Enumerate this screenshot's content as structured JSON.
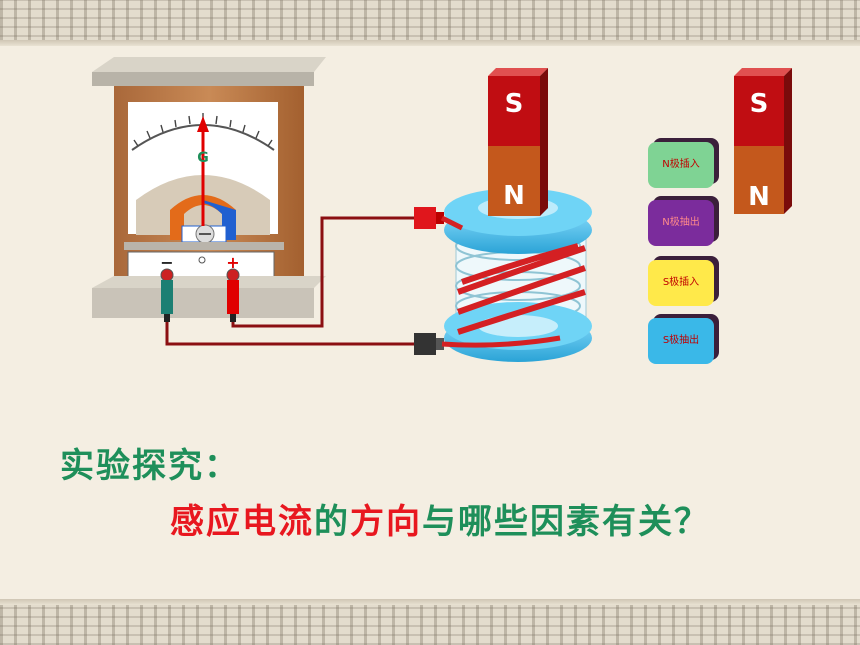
{
  "meter": {
    "symbol": "G",
    "minus": "−",
    "plus": "+"
  },
  "magnet_main": {
    "north": "N",
    "south": "S"
  },
  "magnet_side": {
    "north": "N",
    "south": "S"
  },
  "buttons": [
    {
      "label": "N极插入",
      "color": "#7fd394"
    },
    {
      "label": "N极抽出",
      "color": "#7b2c9c"
    },
    {
      "label": "S极插入",
      "color": "#ffe94a"
    },
    {
      "label": "S极抽出",
      "color": "#3ab8e8"
    }
  ],
  "title": {
    "line1": "实验探究：",
    "line2_parts": [
      {
        "text": "感应电流",
        "color": "#e8171f"
      },
      {
        "text": "的",
        "color": "#1e8f5a"
      },
      {
        "text": "方向",
        "color": "#e8171f"
      },
      {
        "text": "与哪些因素有关？",
        "color": "#1e8f5a"
      }
    ]
  },
  "colors": {
    "magnet_north": "#c4581c",
    "magnet_south": "#c00d12",
    "coil": "#5ecdf2",
    "wire": "#8b0f12"
  }
}
